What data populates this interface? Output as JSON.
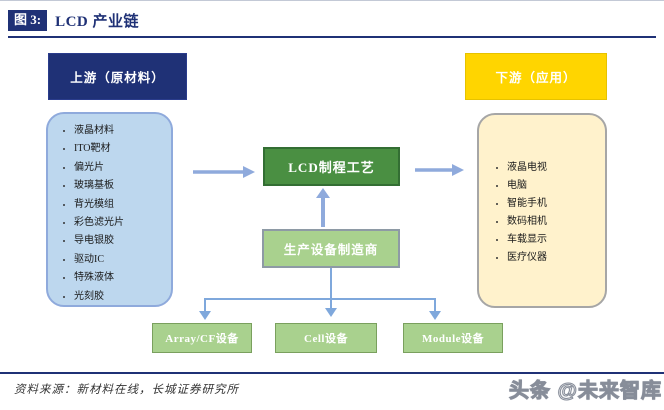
{
  "header": {
    "figure_label": "图 3:",
    "title": "LCD 产业链"
  },
  "upstream": {
    "title": "上游（原材料）",
    "items": [
      "液晶材料",
      "ITO靶材",
      "偏光片",
      "玻璃基板",
      "背光模组",
      "彩色滤光片",
      "导电银胶",
      "驱动IC",
      "特殊液体",
      "光刻胶"
    ]
  },
  "downstream": {
    "title": "下游（应用）",
    "items": [
      "液晶电视",
      "电脑",
      "智能手机",
      "数码相机",
      "车载显示",
      "医疗仪器"
    ]
  },
  "process": {
    "label": "LCD制程工艺"
  },
  "equipment_maker": {
    "label": "生产设备制造商"
  },
  "equipment_types": [
    "Array/CF设备",
    "Cell设备",
    "Module设备"
  ],
  "footer": {
    "source": "资料来源：新材料在线，长城证券研究所",
    "watermark": "头条 @未来智库"
  },
  "colors": {
    "navy": "#1f3176",
    "yellow": "#ffd500",
    "panel_blue": "#bdd7ee",
    "panel_blue_border": "#8faadc",
    "panel_yellow": "#fff2cc",
    "panel_yellow_border": "#a6a6a6",
    "process_green": "#4a8f42",
    "equipment_light_green": "#a9d18e",
    "arrow_blue": "#8faadc"
  }
}
